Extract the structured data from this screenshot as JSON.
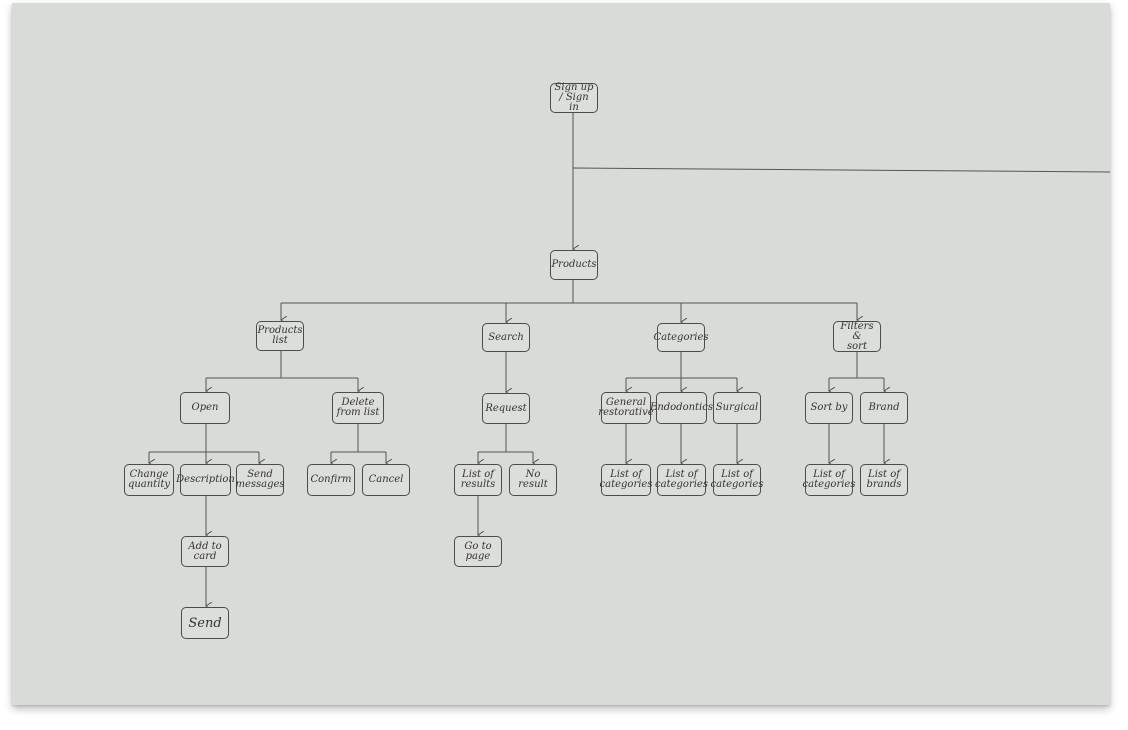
{
  "diagram": {
    "colors": {
      "paper": "#d9dbd8",
      "stroke": "#4c4c4c"
    },
    "nodes": {
      "sign_in": "Sign up\n/ Sign in",
      "products": "Products",
      "products_list": "Products\nlist",
      "search": "Search",
      "categories": "Categories",
      "filters_sort": "Filters &\nsort",
      "open": "Open",
      "delete_from_list": "Delete\nfrom list",
      "request": "Request",
      "general_restorative": "General\nrestorative",
      "endodontics": "Endodontics",
      "surgical": "Surgical",
      "sort_by": "Sort by",
      "brand": "Brand",
      "change_quantity": "Change\nquantity",
      "description": "Description",
      "send_messages": "Send\nmessages",
      "confirm": "Confirm",
      "cancel": "Cancel",
      "list_of_results": "List of\nresults",
      "no_result": "No\nresult",
      "list_of_categories_1": "List of\ncategories",
      "list_of_categories_2": "List of\ncategories",
      "list_of_categories_3": "List of\ncategories",
      "list_of_categories_4": "List of\ncategories",
      "list_of_brands": "List of\nbrands",
      "add_to_card": "Add to\ncard",
      "go_to_page": "Go to\npage",
      "send": "Send"
    }
  }
}
